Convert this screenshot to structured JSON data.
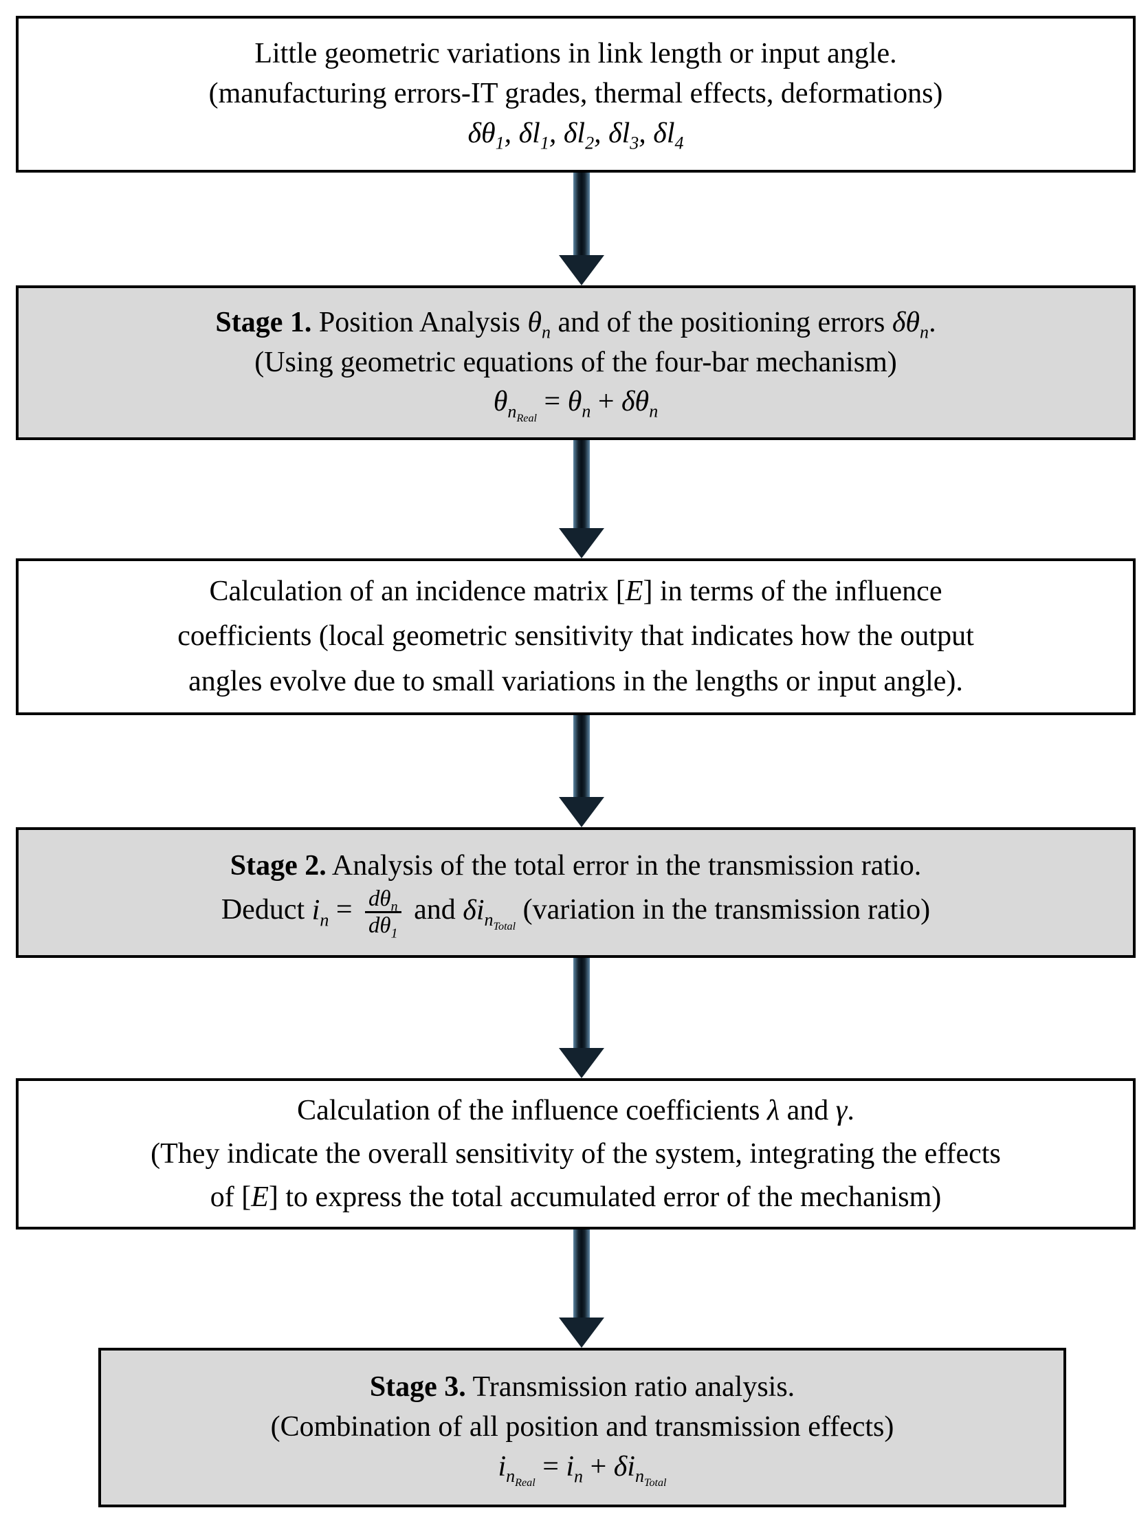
{
  "diagram": {
    "colors": {
      "box_border": "#000000",
      "box_fill_white": "#ffffff",
      "box_fill_gray": "#d9d9d9",
      "arrow_core": "#060f17",
      "arrow_edge": "#5d87a4",
      "arrow_head": "#13222e"
    },
    "boxes": [
      {
        "name": "geometric-variations-input",
        "fill": "white",
        "lines": [
          "Little geometric variations in link length or input angle.",
          "(manufacturing errors-IT grades, thermal effects, deformations)",
          "<i>δθ<sub>1</sub>, δl<sub>1</sub>, δl<sub>2</sub>, δl<sub>3</sub>, δl<sub>4</sub></i>"
        ]
      },
      {
        "name": "stage-1-position-analysis",
        "fill": "gray",
        "lines": [
          "<b>Stage 1.</b> Position Analysis <i>θ<sub>n</sub></i> and of the positioning errors <i>δθ<sub>n</sub></i>.",
          "(Using geometric equations of the four-bar mechanism)",
          "<i>θ<sub>n<sub>Real</sub></sub></i> = <i>θ<sub>n</sub></i> + <i>δθ<sub>n</sub></i>"
        ]
      },
      {
        "name": "incidence-matrix-calculation",
        "fill": "white",
        "lines": [
          "Calculation of an incidence matrix [<i>E</i>] in terms of the influence",
          "coefficients (local geometric sensitivity that indicates how the output",
          "angles evolve due to small variations in the lengths or input angle)."
        ]
      },
      {
        "name": "stage-2-total-error-analysis",
        "fill": "gray",
        "lines": [
          "<b>Stage 2.</b> Analysis of the total error in the transmission ratio.",
          "Deduct <i>i<sub>n</sub></i> = <span class='frac'><span class='num'><i>dθ<sub>n</sub></i></span><span class='den'><i>dθ<sub>1</sub></i></span></span> and <i>δi<sub>n<sub>Total</sub></sub></i> (variation in the transmission ratio)"
        ]
      },
      {
        "name": "influence-coefficients-calculation",
        "fill": "white",
        "lines": [
          "Calculation of the influence coefficients <i>λ</i> and <i>γ</i>.",
          "(They indicate the overall sensitivity of the system, integrating the effects",
          "of [<i>E</i>] to express the total accumulated error of the mechanism)"
        ]
      },
      {
        "name": "stage-3-transmission-ratio-analysis",
        "fill": "gray",
        "lines": [
          "<b>Stage 3.</b> Transmission ratio analysis.",
          "(Combination of all position and transmission effects)",
          "<i>i<sub>n<sub>Real</sub></sub></i> = <i>i<sub>n</sub></i> + <i>δi<sub>n<sub>Total</sub></sub></i>"
        ]
      }
    ]
  }
}
